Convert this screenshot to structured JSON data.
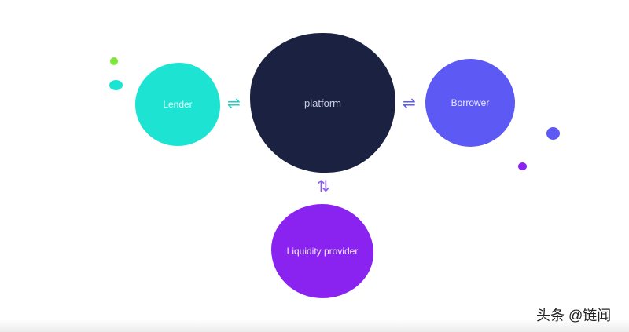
{
  "nodes": {
    "lender": "Lender",
    "platform": "platform",
    "borrower": "Borrower",
    "liquidity_provider": "Liquidity provider"
  },
  "arrows": {
    "lender_platform": "⇌",
    "platform_borrower": "⇌",
    "platform_liquidity": "⇅"
  },
  "colors": {
    "lender": "#1ce3d2",
    "platform": "#1b2140",
    "borrower": "#5c59f4",
    "liquidity_provider": "#8a22f0"
  },
  "watermark": "头条 @链闻"
}
